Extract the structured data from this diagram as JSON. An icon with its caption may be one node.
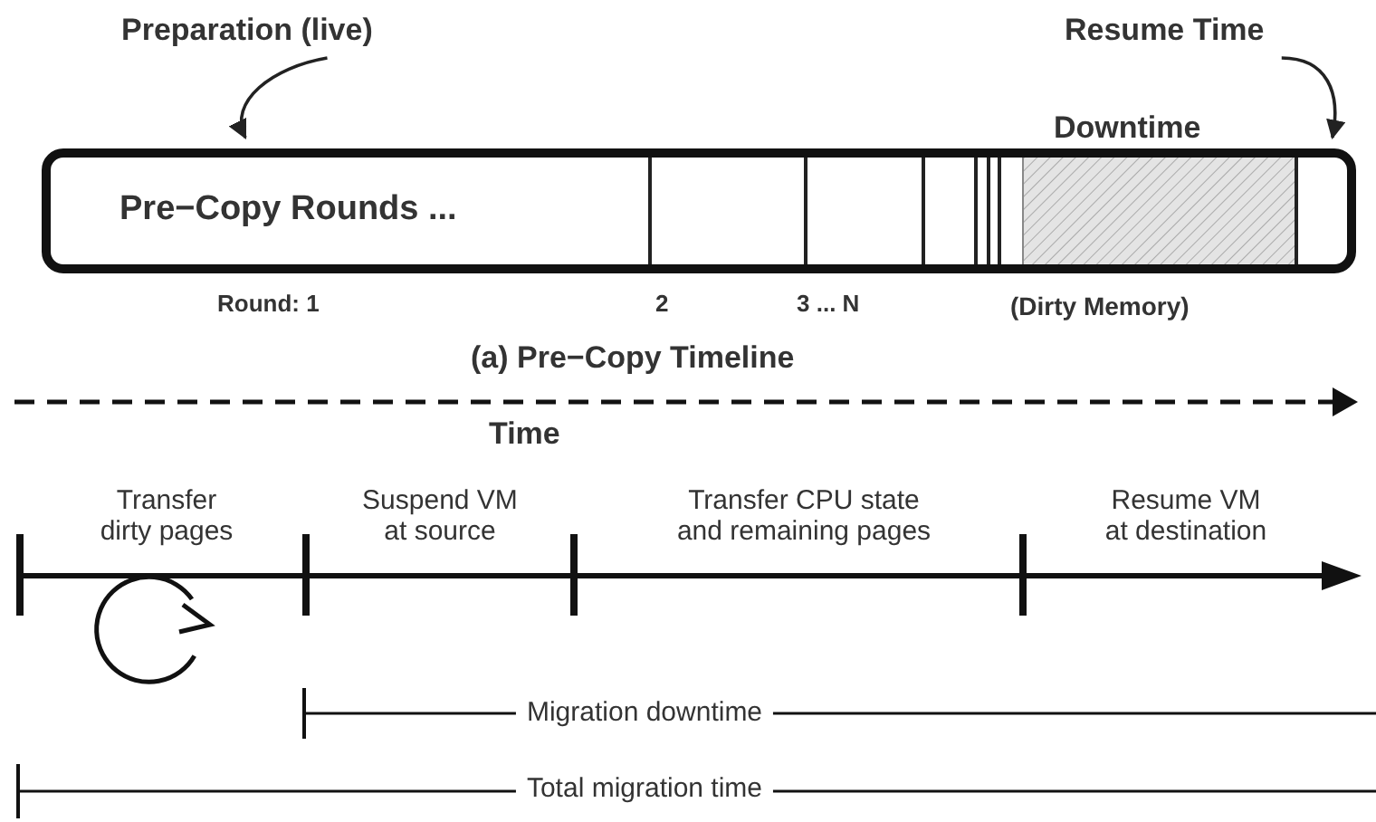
{
  "diagram": {
    "nodes": [
      {
        "text": [
          "Preparation (live)"
        ]
      },
      {
        "text": [
          "Resume Time"
        ]
      },
      {
        "text": [
          "Pre−Copy Rounds ..."
        ]
      }
    ],
    "edges": [
      {
        "from": 0,
        "to": 2,
        "arrow": "to"
      },
      {
        "from": 1,
        "to": 2,
        "arrow": "to"
      }
    ],
    "labels": [
      "Downtime",
      "Round: 1",
      "2",
      "3 ... N",
      "(Dirty Memory)",
      "(a) Pre−Copy Timeline",
      "Time",
      "Transfer dirty pages",
      "Suspend VM at source",
      "Transfer CPU state and remaining pages",
      "Resume VM at destination",
      "Migration downtime",
      "Total migration time"
    ]
  }
}
